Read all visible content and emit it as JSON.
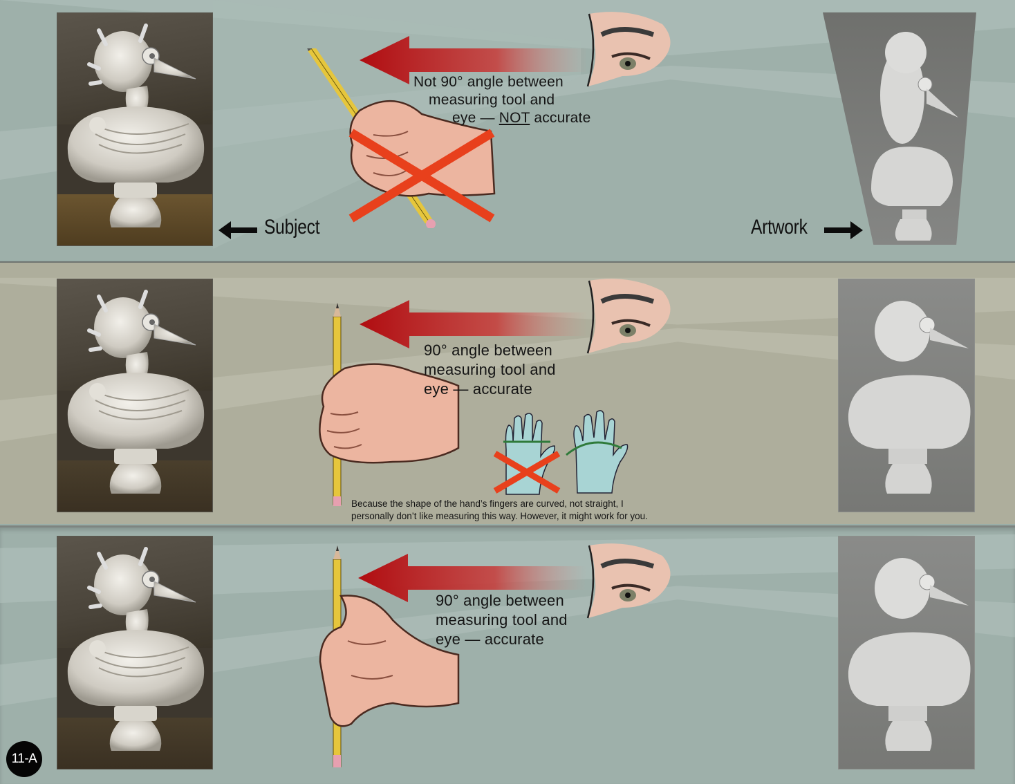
{
  "figure": {
    "badge": "11-A",
    "colors": {
      "panel_teal": "#9eb0aa",
      "panel_khaki": "#aeae9c",
      "red_arrow": "#b01818",
      "x_mark": "#e8401c",
      "glove_blue": "#a8d4d4",
      "measure_line_green": "#2f7a3a"
    }
  },
  "panels": [
    {
      "id": "incorrect-angle",
      "caption": {
        "line1": "Not 90° angle between",
        "line2": "measuring tool and",
        "line3_prefix": "eye  — ",
        "line3_emphasis": "NOT",
        "line3_suffix": " accurate"
      },
      "labels": {
        "subject": "Subject",
        "artwork": "Artwork"
      },
      "icons": [
        "subject-bust",
        "pencil-tilted",
        "hand",
        "red-x",
        "eye",
        "red-arrow-left",
        "artwork-bust-distorted"
      ]
    },
    {
      "id": "correct-angle-fist",
      "caption": {
        "line1": "90° angle between",
        "line2": "measuring tool and",
        "line3": "eye  — accurate"
      },
      "note": {
        "line1": "Because the shape of the  hand’s fingers are curved, not straight, I",
        "line2": "personally don’t like measuring this way.  However, it might work for you."
      }
    },
    {
      "id": "correct-angle-fingertips",
      "caption": {
        "line1": "90° angle between",
        "line2": "measuring tool and",
        "line3": "eye  — accurate"
      }
    }
  ]
}
